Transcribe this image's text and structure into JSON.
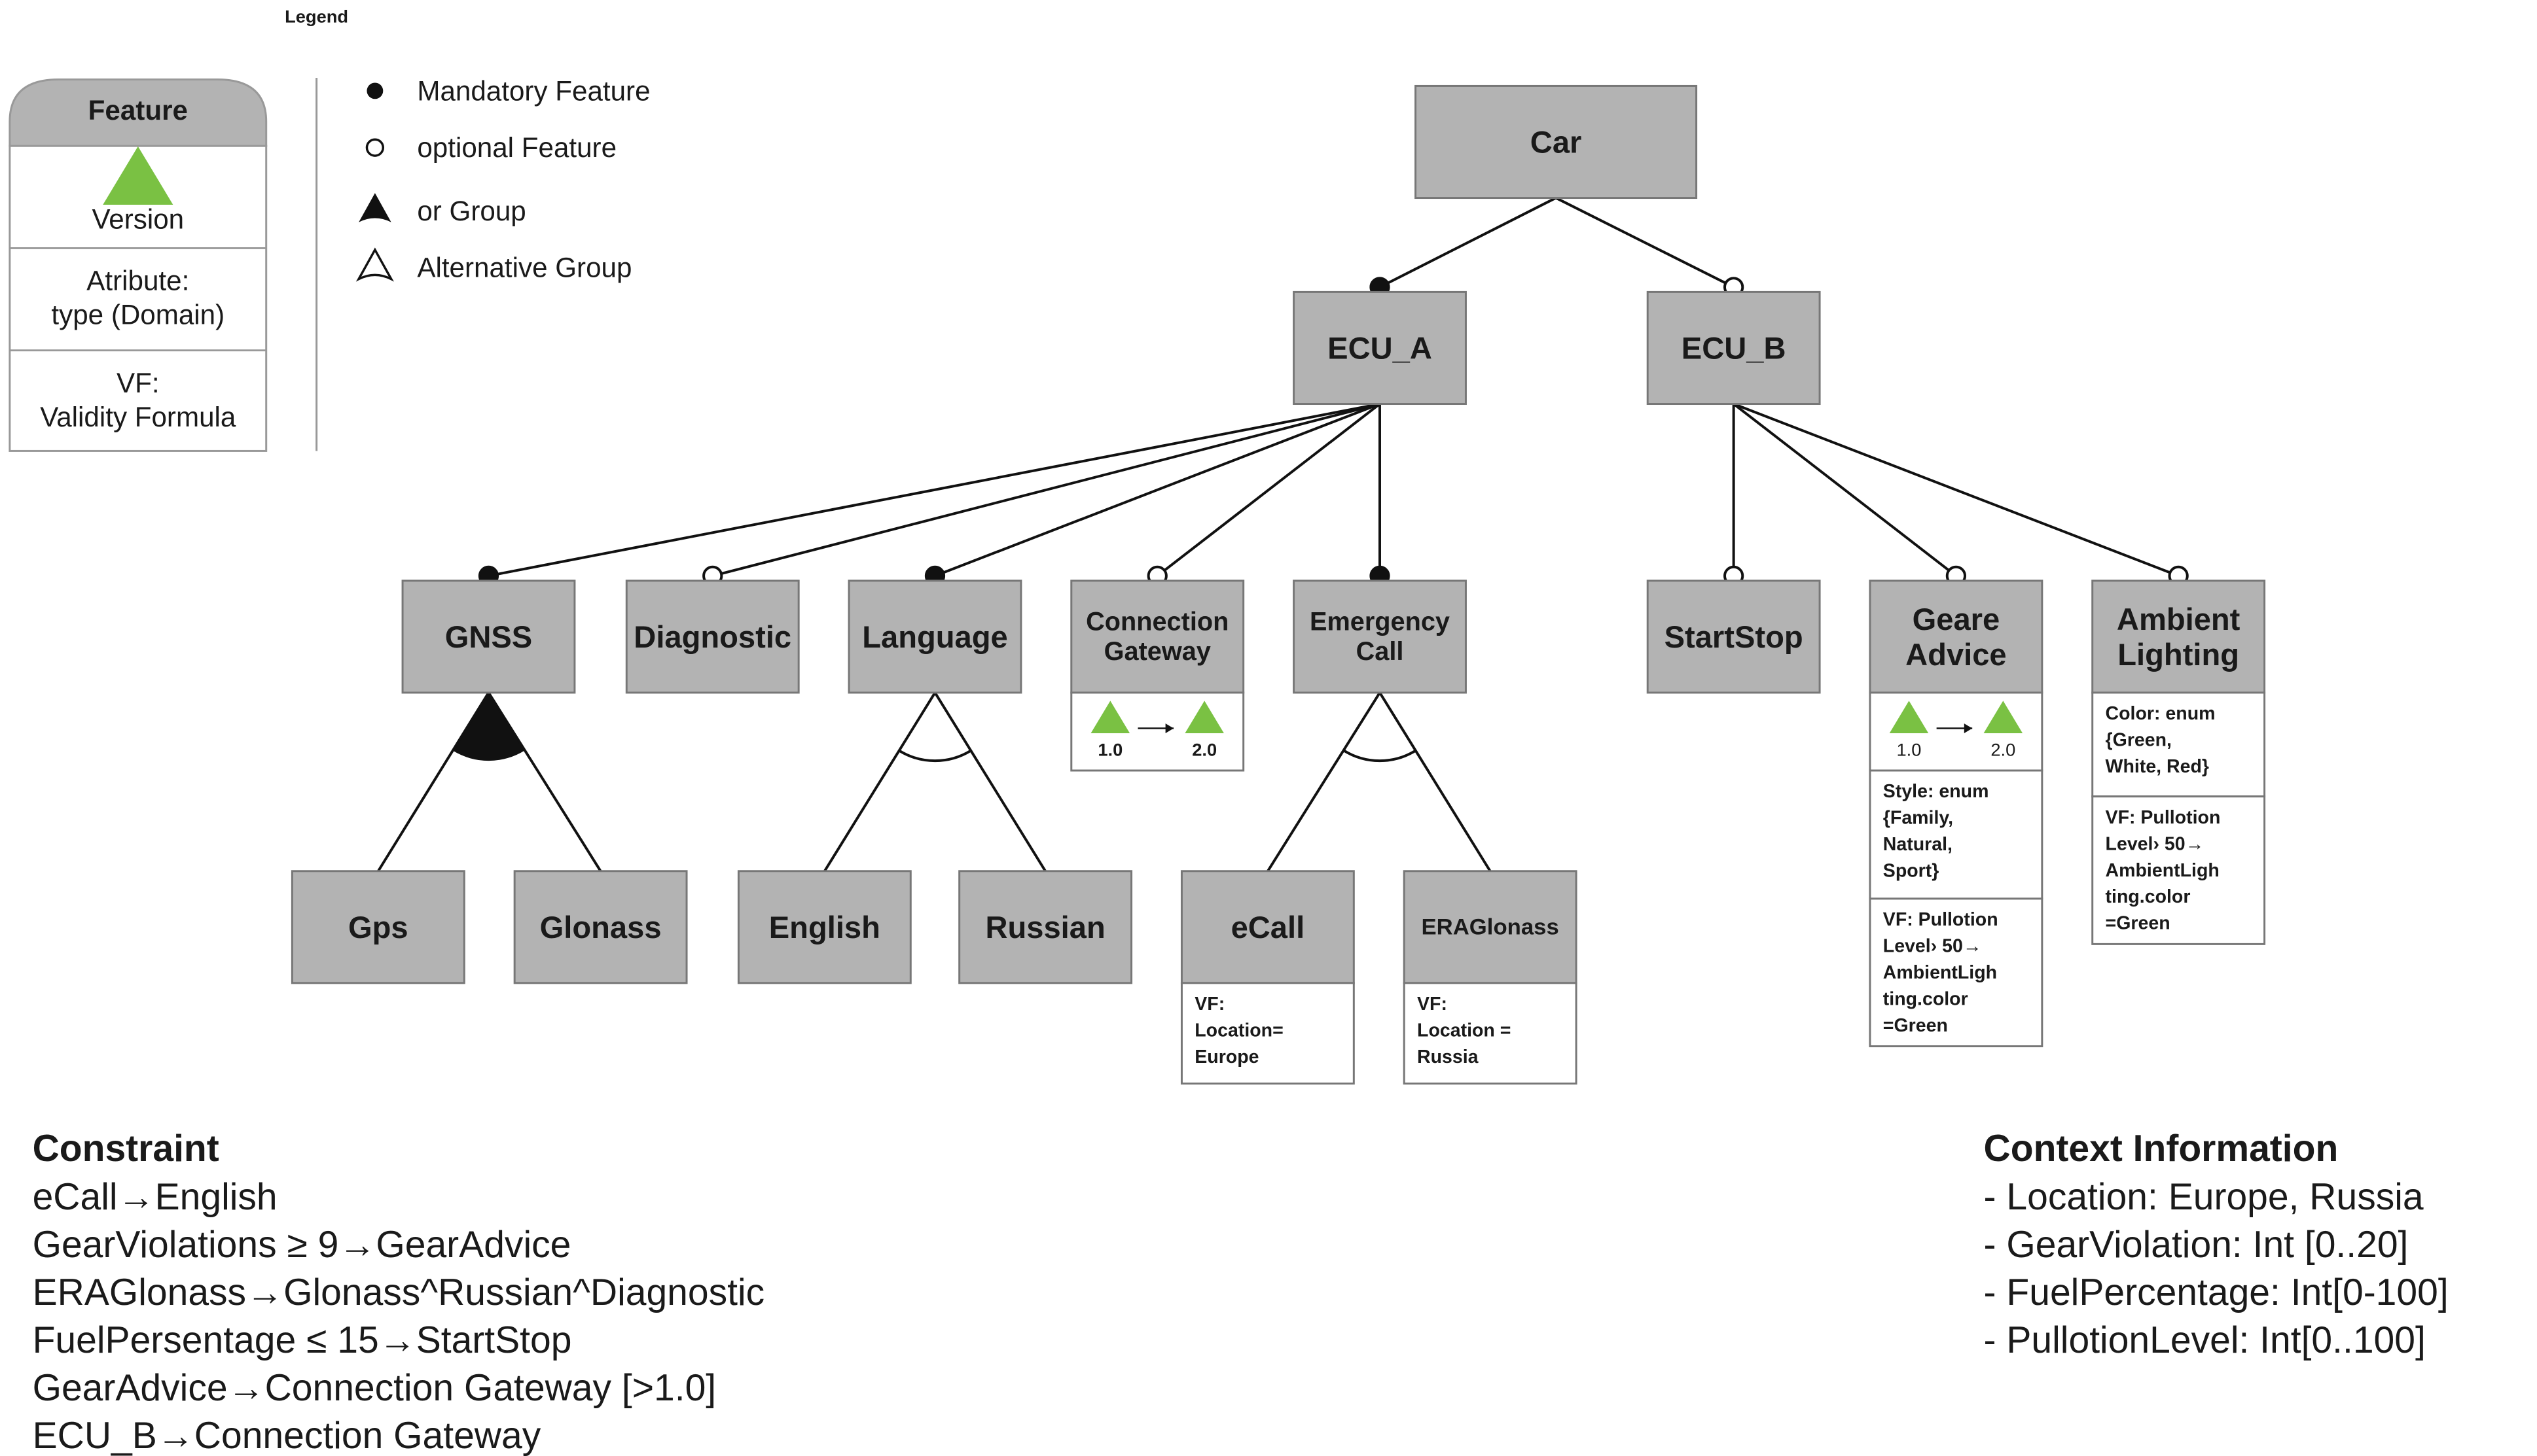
{
  "legend": {
    "title": "Legend",
    "feature_box": {
      "header": "Feature",
      "version": "Version",
      "attribute": [
        "Atribute:",
        "type (Domain)"
      ],
      "vf": [
        "VF:",
        "Validity Formula"
      ]
    },
    "symbols": [
      {
        "symbol": "filled-circle",
        "label": "Mandatory Feature"
      },
      {
        "symbol": "open-circle",
        "label": "optional Feature"
      },
      {
        "symbol": "filled-triangle",
        "label": "or Group"
      },
      {
        "symbol": "open-triangle",
        "label": "Alternative Group"
      }
    ]
  },
  "nodes": [
    {
      "id": "car",
      "label": [
        "Car"
      ]
    },
    {
      "id": "ecu_a",
      "label": [
        "ECU_A"
      ]
    },
    {
      "id": "ecu_b",
      "label": [
        "ECU_B"
      ]
    },
    {
      "id": "gnss",
      "label": [
        "GNSS"
      ]
    },
    {
      "id": "diagnostic",
      "label": [
        "Diagnostic"
      ]
    },
    {
      "id": "language",
      "label": [
        "Language"
      ]
    },
    {
      "id": "connection_gateway",
      "label": [
        "Connection",
        "Gateway"
      ],
      "versions": [
        "1.0",
        "2.0"
      ]
    },
    {
      "id": "emergency_call",
      "label": [
        "Emergency",
        "Call"
      ]
    },
    {
      "id": "startstop",
      "label": [
        "StartStop"
      ]
    },
    {
      "id": "geare_advice",
      "label": [
        "Geare",
        "Advice"
      ],
      "versions": [
        "1.0",
        "2.0"
      ],
      "attribute": [
        "Style: enum",
        "{Family,",
        "Natural,",
        "Sport}"
      ],
      "vf": [
        "VF: Pullotion",
        "Level›  50→",
        "AmbientLigh",
        "ting.color",
        "=Green"
      ]
    },
    {
      "id": "ambient_lighting",
      "label": [
        "Ambient",
        "Lighting"
      ],
      "attribute": [
        "Color: enum",
        "{Green,",
        "White, Red}"
      ],
      "vf": [
        "VF: Pullotion",
        "Level›  50→",
        "AmbientLigh",
        "ting.color",
        "=Green"
      ]
    },
    {
      "id": "gps",
      "label": [
        "Gps"
      ]
    },
    {
      "id": "glonass",
      "label": [
        "Glonass"
      ]
    },
    {
      "id": "english",
      "label": [
        "English"
      ]
    },
    {
      "id": "russian",
      "label": [
        "Russian"
      ]
    },
    {
      "id": "ecall",
      "label": [
        "eCall"
      ],
      "vf": [
        "VF:",
        "Location=",
        "Europe"
      ]
    },
    {
      "id": "eraglonass",
      "label": [
        "ERAGlonass"
      ],
      "vf": [
        "VF:",
        "Location =",
        "Russia"
      ]
    }
  ],
  "edges": [
    {
      "from": "car",
      "to": "ecu_a",
      "type": "mandatory"
    },
    {
      "from": "car",
      "to": "ecu_b",
      "type": "optional"
    },
    {
      "from": "ecu_a",
      "to": "gnss",
      "type": "mandatory"
    },
    {
      "from": "ecu_a",
      "to": "diagnostic",
      "type": "optional"
    },
    {
      "from": "ecu_a",
      "to": "language",
      "type": "mandatory"
    },
    {
      "from": "ecu_a",
      "to": "connection_gateway",
      "type": "optional"
    },
    {
      "from": "ecu_a",
      "to": "emergency_call",
      "type": "mandatory"
    },
    {
      "from": "ecu_b",
      "to": "startstop",
      "type": "optional"
    },
    {
      "from": "ecu_b",
      "to": "geare_advice",
      "type": "optional"
    },
    {
      "from": "ecu_b",
      "to": "ambient_lighting",
      "type": "optional"
    }
  ],
  "groups": [
    {
      "parent": "gnss",
      "type": "or",
      "children": [
        "gps",
        "glonass"
      ]
    },
    {
      "parent": "language",
      "type": "alternative",
      "children": [
        "english",
        "russian"
      ]
    },
    {
      "parent": "emergency_call",
      "type": "alternative",
      "children": [
        "ecall",
        "eraglonass"
      ]
    }
  ],
  "constraints": {
    "title": "Constraint",
    "items": [
      "eCall→English",
      "GearViolations ≥ 9→GearAdvice",
      "ERAGlonass→Glonass^Russian^Diagnostic",
      "FuelPersentage ≤ 15→StartStop",
      "GearAdvice→Connection Gateway [>1.0]",
      "ECU_B→Connection Gateway"
    ]
  },
  "context": {
    "title": "Context Information",
    "items": [
      "- Location: Europe, Russia",
      "- GearViolation: Int [0..20]",
      "- FuelPercentage: Int[0-100]",
      "- PullotionLevel: Int[0..100]"
    ]
  },
  "colors": {
    "node_fill": "#b3b3b3",
    "node_stroke": "#777777",
    "line": "#111111",
    "version": "#7ac143",
    "text": "#1a1a1a",
    "panel_stroke": "#999999",
    "legend_header": "#b3b3b3"
  }
}
